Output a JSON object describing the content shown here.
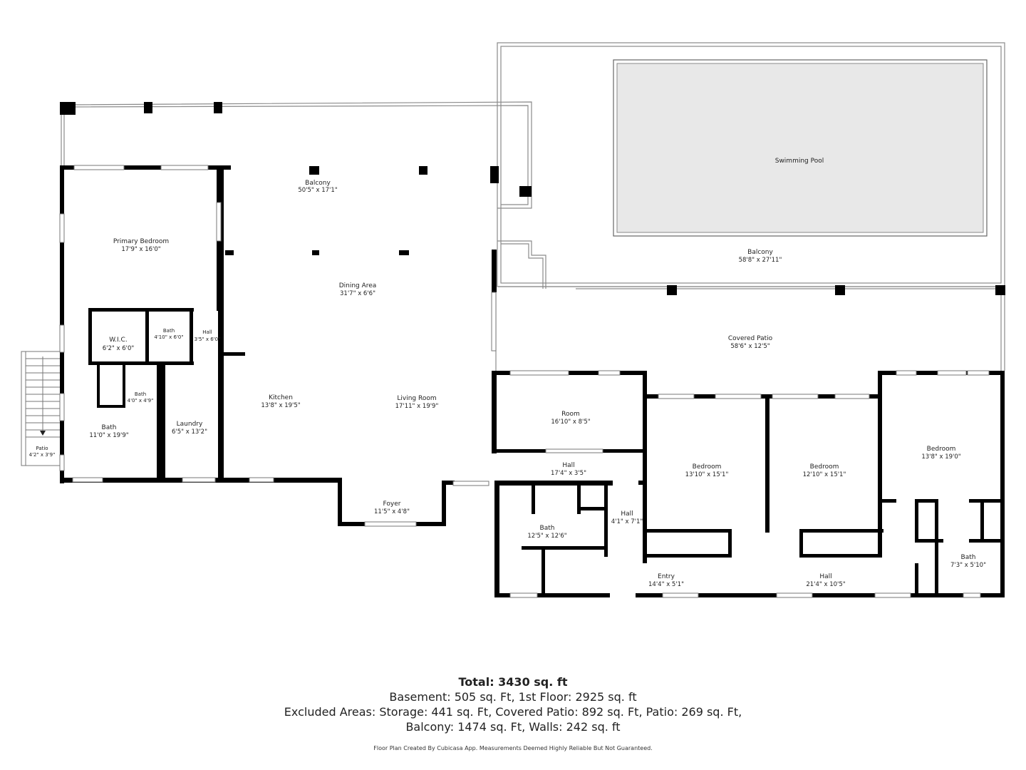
{
  "rooms": [
    {
      "id": "balcony-upper",
      "name": "Balcony",
      "dims": "50'5\" x 17'1\""
    },
    {
      "id": "primary-bedroom",
      "name": "Primary Bedroom",
      "dims": "17'9\" x 16'0\""
    },
    {
      "id": "dining-area",
      "name": "Dining Area",
      "dims": "31'7\" x 6'6\""
    },
    {
      "id": "wic",
      "name": "W.I.C.",
      "dims": "6'2\" x 6'0\""
    },
    {
      "id": "bath-small-a",
      "name": "Bath",
      "dims": "4'10\" x 6'0\""
    },
    {
      "id": "hall-a",
      "name": "Hall",
      "dims": "3'5\" x 6'0\""
    },
    {
      "id": "bath-small-b",
      "name": "Bath",
      "dims": "4'0\" x 4'9\""
    },
    {
      "id": "bath-primary",
      "name": "Bath",
      "dims": "11'0\" x 19'9\""
    },
    {
      "id": "laundry",
      "name": "Laundry",
      "dims": "6'5\" x 13'2\""
    },
    {
      "id": "kitchen",
      "name": "Kitchen",
      "dims": "13'8\" x 19'5\""
    },
    {
      "id": "living-room",
      "name": "Living Room",
      "dims": "17'11\" x 19'9\""
    },
    {
      "id": "foyer",
      "name": "Foyer",
      "dims": "11'5\" x 4'8\""
    },
    {
      "id": "patio",
      "name": "Patio",
      "dims": "4'2\" x 3'9\""
    },
    {
      "id": "swimming-pool",
      "name": "Swimming Pool",
      "dims": ""
    },
    {
      "id": "balcony-lower",
      "name": "Balcony",
      "dims": "58'8\" x 27'11\""
    },
    {
      "id": "covered-patio",
      "name": "Covered Patio",
      "dims": "58'6\" x 12'5\""
    },
    {
      "id": "room",
      "name": "Room",
      "dims": "16'10\" x 8'5\""
    },
    {
      "id": "hall-b",
      "name": "Hall",
      "dims": "17'4\" x 3'5\""
    },
    {
      "id": "bedroom-a",
      "name": "Bedroom",
      "dims": "13'10\" x 15'1\""
    },
    {
      "id": "bedroom-b",
      "name": "Bedroom",
      "dims": "12'10\" x 15'1\""
    },
    {
      "id": "bedroom-c",
      "name": "Bedroom",
      "dims": "13'8\" x 19'0\""
    },
    {
      "id": "hall-c",
      "name": "Hall",
      "dims": "4'1\" x 7'1\""
    },
    {
      "id": "bath-c",
      "name": "Bath",
      "dims": "12'5\" x 12'6\""
    },
    {
      "id": "entry",
      "name": "Entry",
      "dims": "14'4\" x 5'1\""
    },
    {
      "id": "hall-d",
      "name": "Hall",
      "dims": "21'4\" x 10'5\""
    },
    {
      "id": "bath-d",
      "name": "Bath",
      "dims": "7'3\" x 5'10\""
    }
  ],
  "summary": {
    "total": "Total: 3430 sq. ft",
    "line1": "Basement: 505 sq. Ft, 1st Floor: 2925 sq. ft",
    "line2": "Excluded Areas: Storage: 441 sq. Ft, Covered Patio: 892 sq. Ft, Patio: 269 sq. Ft,",
    "line3": "Balcony: 1474 sq. Ft, Walls: 242 sq. ft"
  },
  "footer": "Floor Plan Created By Cubicasa App. Measurements Deemed Highly Reliable But Not Guaranteed.",
  "colors": {
    "wall": "#000000",
    "thin": "#9a9a9a",
    "pool": "#e8e8e8"
  }
}
